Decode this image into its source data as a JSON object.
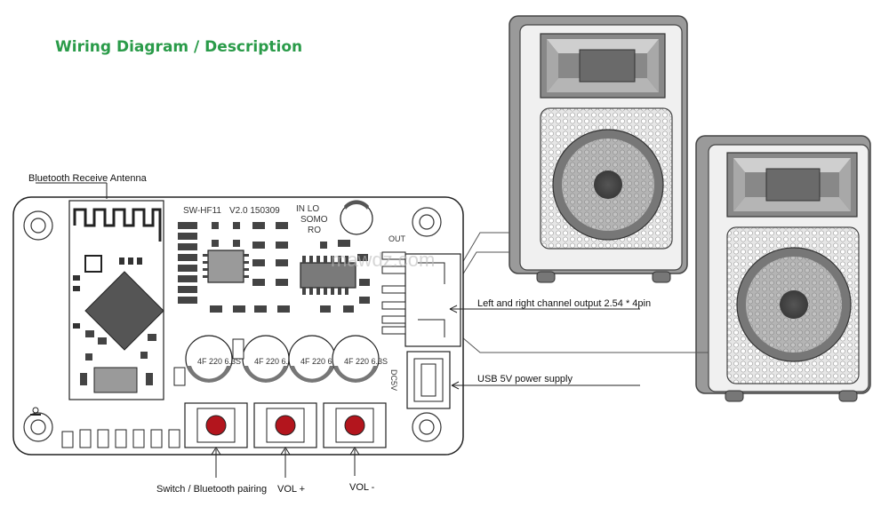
{
  "title": "Wiring Diagram / Description",
  "labels": {
    "antenna": "Bluetooth Receive Antenna",
    "output": "Left and right channel output 2.54 * 4pin",
    "usb": "USB 5V power supply",
    "switch": "Switch / Bluetooth pairing",
    "vol_up": "VOL +",
    "vol_down": "VOL -"
  },
  "board": {
    "model": "SW-HF11",
    "version": "V2.0 150309",
    "pins_top": "IN  LO",
    "pins_mid": "SOMO",
    "pins_bot": "RO",
    "out": "OUT",
    "dc": "DC5V",
    "capacitor": "4F 220 6.3S",
    "watermark": "mawdz.com"
  },
  "colors": {
    "title": "#2a9b49",
    "button": "#b3151d",
    "speaker": "#8c8c8c"
  }
}
